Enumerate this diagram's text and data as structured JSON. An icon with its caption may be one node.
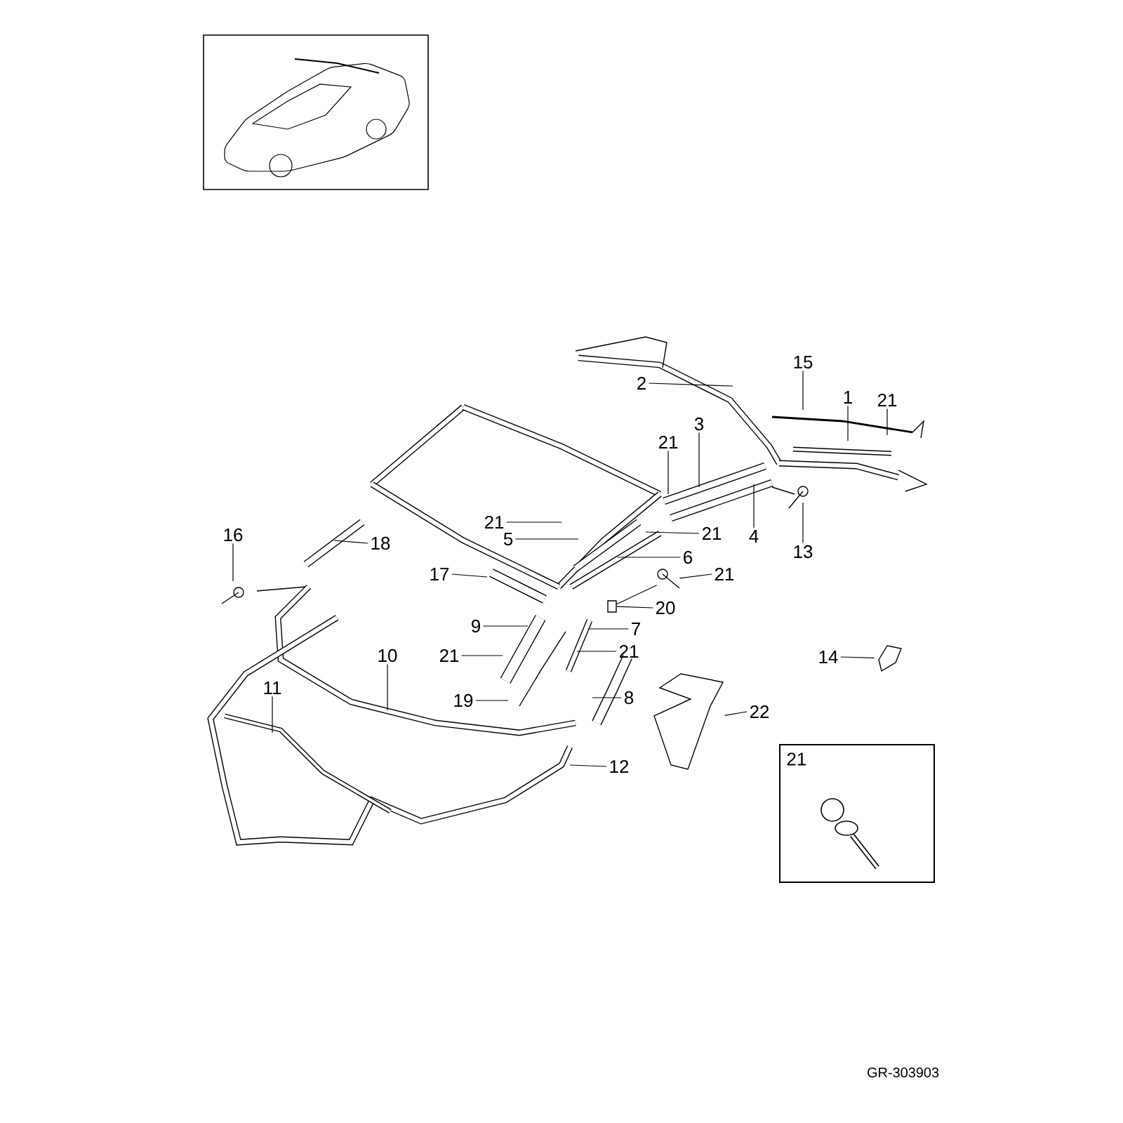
{
  "diagram": {
    "nodes": [
      {
        "text": [
          "15"
        ]
      },
      {
        "text": [
          "2"
        ]
      },
      {
        "text": [
          "1"
        ]
      },
      {
        "text": [
          "21"
        ]
      },
      {
        "text": [
          "3"
        ]
      },
      {
        "text": [
          "21"
        ]
      },
      {
        "text": [
          "21"
        ]
      },
      {
        "text": [
          "21"
        ]
      },
      {
        "text": [
          "4"
        ]
      },
      {
        "text": [
          "5"
        ]
      },
      {
        "text": [
          "16"
        ]
      },
      {
        "text": [
          "18"
        ]
      },
      {
        "text": [
          "13"
        ]
      },
      {
        "text": [
          "6"
        ]
      },
      {
        "text": [
          "17"
        ]
      },
      {
        "text": [
          "21"
        ]
      },
      {
        "text": [
          "20"
        ]
      },
      {
        "text": [
          "9"
        ]
      },
      {
        "text": [
          "7"
        ]
      },
      {
        "text": [
          "21"
        ]
      },
      {
        "text": [
          "21"
        ]
      },
      {
        "text": [
          "10"
        ]
      },
      {
        "text": [
          "14"
        ]
      },
      {
        "text": [
          "11"
        ]
      },
      {
        "text": [
          "19"
        ]
      },
      {
        "text": [
          "8"
        ]
      },
      {
        "text": [
          "22"
        ]
      },
      {
        "text": [
          "12"
        ]
      },
      {
        "text": [
          "21"
        ]
      },
      {
        "text": [],
        "shape": "picture"
      },
      {
        "text": [],
        "shape": "box"
      },
      {
        "text": [],
        "shape": "picture"
      },
      {
        "text": [],
        "shape": "picture"
      }
    ],
    "edges": [
      {
        "from": 0,
        "to": null,
        "arrow": "none"
      },
      {
        "from": 1,
        "to": null,
        "arrow": "none"
      },
      {
        "from": 2,
        "to": null,
        "arrow": "none"
      },
      {
        "from": 3,
        "to": null,
        "arrow": "none"
      },
      {
        "from": 4,
        "to": null,
        "arrow": "none"
      },
      {
        "from": 5,
        "to": null,
        "arrow": "none"
      },
      {
        "from": 6,
        "to": null,
        "arrow": "none"
      },
      {
        "from": 7,
        "to": null,
        "arrow": "none"
      },
      {
        "from": 8,
        "to": null,
        "arrow": "none"
      },
      {
        "from": 9,
        "to": null,
        "arrow": "none"
      },
      {
        "from": 10,
        "to": null,
        "arrow": "none"
      },
      {
        "from": 11,
        "to": null,
        "arrow": "none"
      },
      {
        "from": 12,
        "to": null,
        "arrow": "none"
      },
      {
        "from": 13,
        "to": null,
        "arrow": "none"
      },
      {
        "from": 14,
        "to": null,
        "arrow": "none"
      },
      {
        "from": 15,
        "to": 29,
        "arrow": "none"
      },
      {
        "from": 16,
        "to": 30,
        "arrow": "none"
      },
      {
        "from": 17,
        "to": null,
        "arrow": "none"
      },
      {
        "from": 18,
        "to": null,
        "arrow": "none"
      },
      {
        "from": 19,
        "to": null,
        "arrow": "none"
      },
      {
        "from": 20,
        "to": null,
        "arrow": "none"
      },
      {
        "from": 21,
        "to": null,
        "arrow": "none"
      },
      {
        "from": 22,
        "to": 32,
        "arrow": "none"
      },
      {
        "from": 23,
        "to": null,
        "arrow": "none"
      },
      {
        "from": 24,
        "to": null,
        "arrow": "none"
      },
      {
        "from": 25,
        "to": null,
        "arrow": "none"
      },
      {
        "from": 26,
        "to": 31,
        "arrow": "none"
      },
      {
        "from": 27,
        "to": null,
        "arrow": "none"
      },
      {
        "from": 29,
        "to": 30,
        "arrow": "none"
      }
    ],
    "labels": [
      "GR-303903"
    ]
  }
}
